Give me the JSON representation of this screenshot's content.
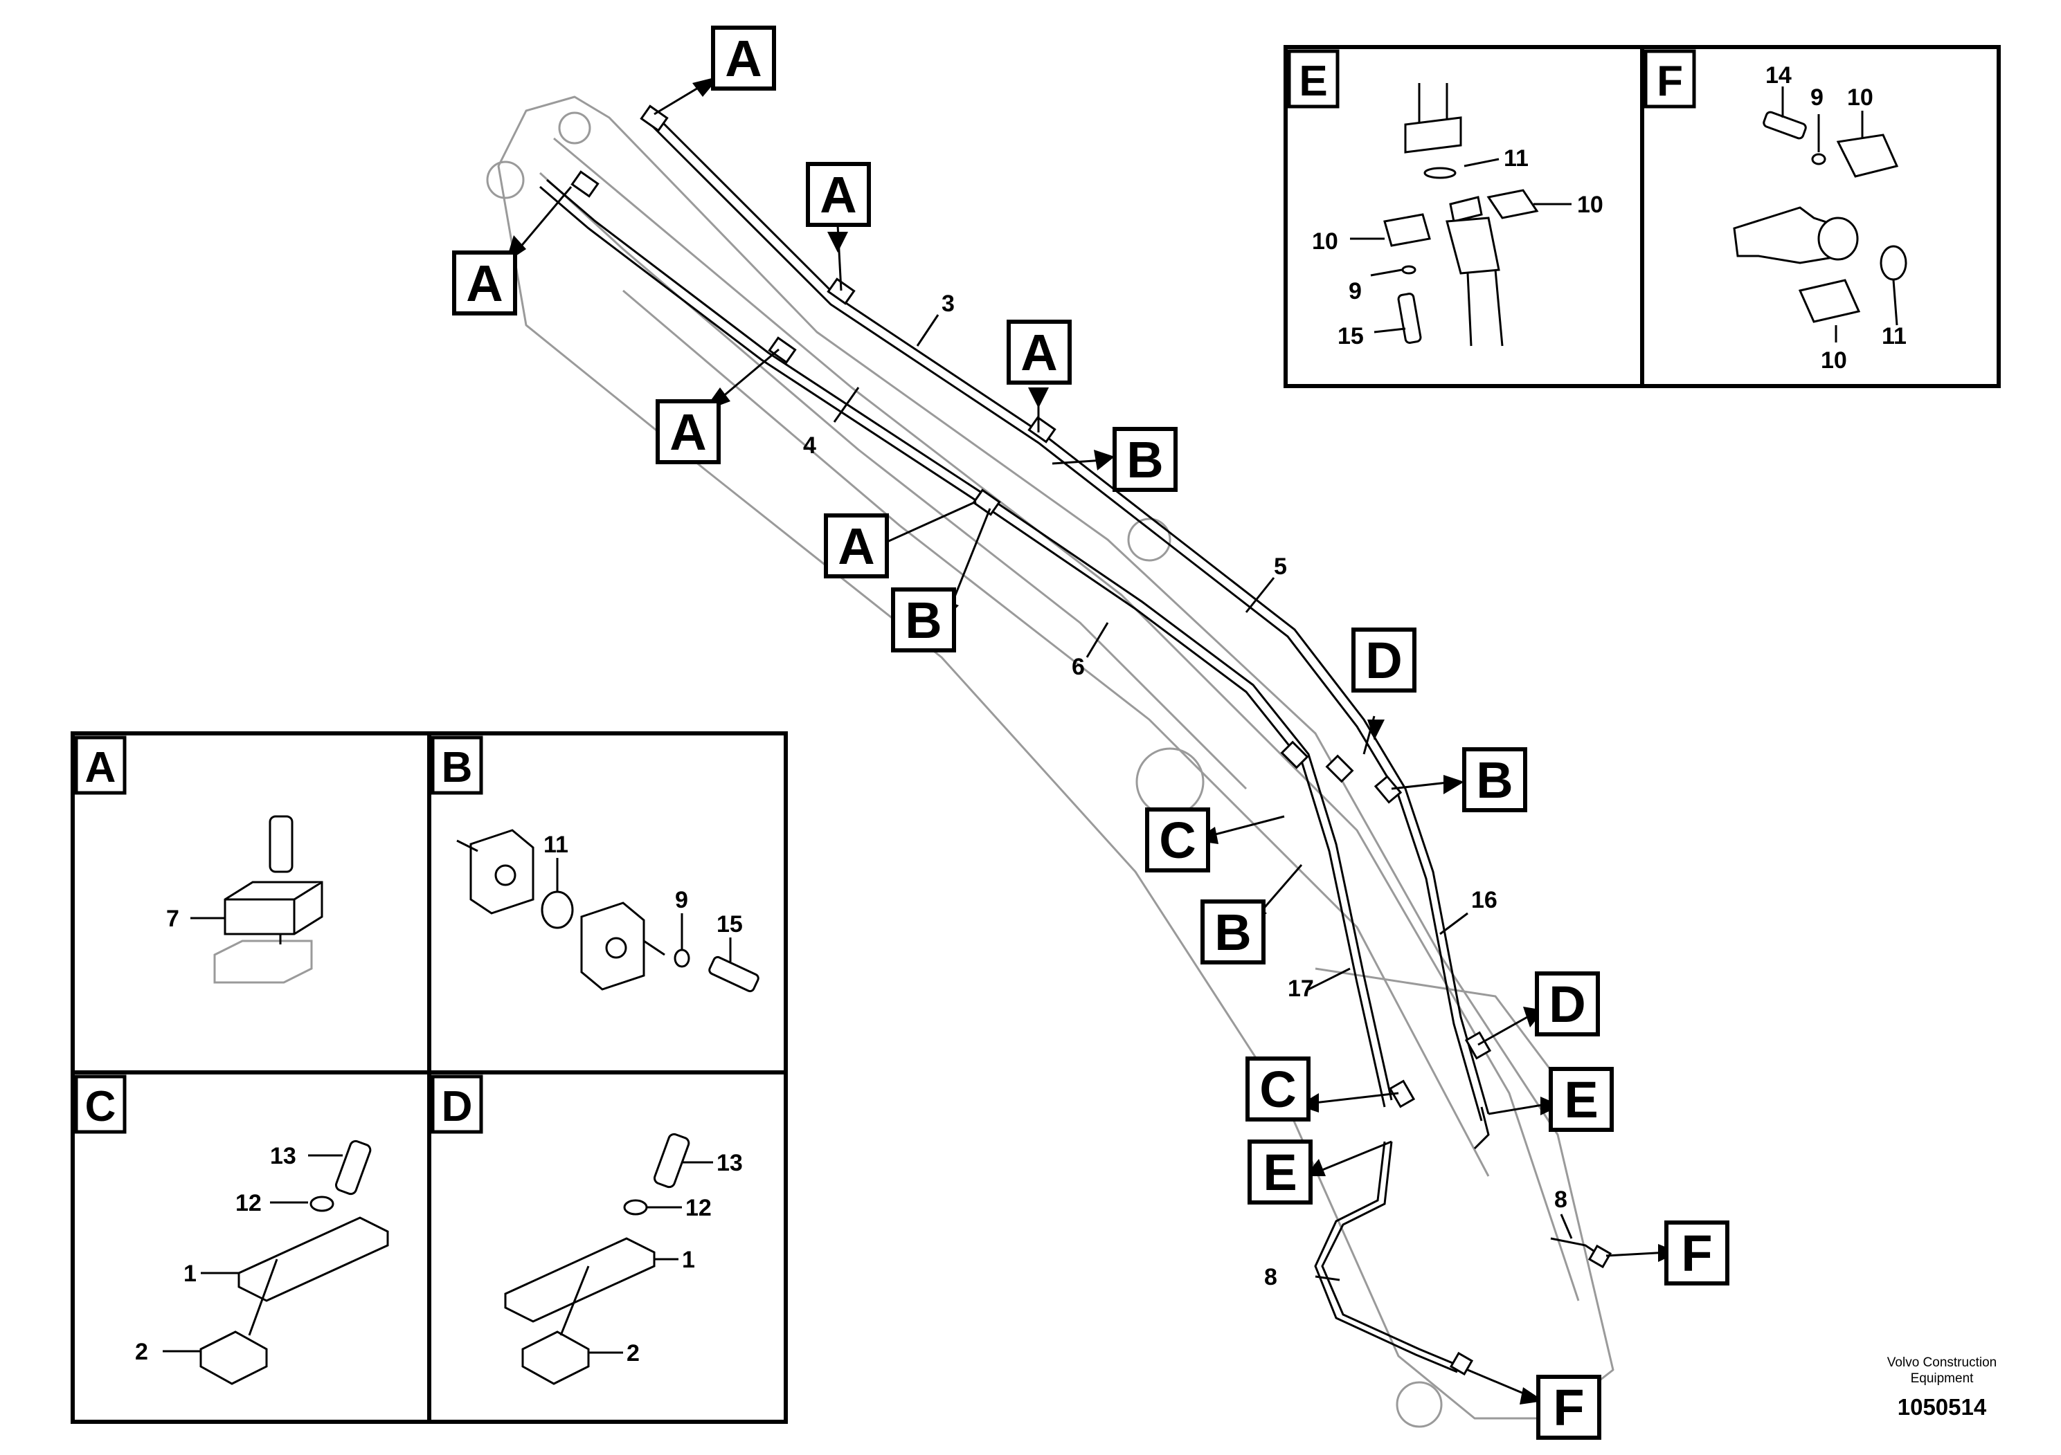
{
  "callouts": [
    {
      "letter": "A"
    },
    {
      "letter": "A"
    },
    {
      "letter": "A"
    },
    {
      "letter": "A"
    },
    {
      "letter": "A"
    },
    {
      "letter": "A"
    },
    {
      "letter": "B"
    },
    {
      "letter": "B"
    },
    {
      "letter": "B"
    },
    {
      "letter": "B"
    },
    {
      "letter": "C"
    },
    {
      "letter": "C"
    },
    {
      "letter": "D"
    },
    {
      "letter": "D"
    },
    {
      "letter": "E"
    },
    {
      "letter": "E"
    },
    {
      "letter": "F"
    },
    {
      "letter": "F"
    }
  ],
  "part_numbers": [
    "3",
    "4",
    "5",
    "6",
    "16",
    "17",
    "8",
    "8"
  ],
  "details": {
    "A": {
      "title": "A",
      "labels": [
        "7"
      ]
    },
    "B": {
      "title": "B",
      "labels": [
        "11",
        "9",
        "15"
      ]
    },
    "C": {
      "title": "C",
      "labels": [
        "13",
        "12",
        "1",
        "2"
      ]
    },
    "D": {
      "title": "D",
      "labels": [
        "13",
        "12",
        "1",
        "2"
      ]
    },
    "E": {
      "title": "E",
      "labels": [
        "11",
        "10",
        "10",
        "9",
        "15"
      ]
    },
    "F": {
      "title": "F",
      "labels": [
        "14",
        "9",
        "10",
        "10",
        "11"
      ]
    }
  },
  "footer": {
    "line1": "Volvo Construction",
    "line2": "Equipment",
    "drawing_id": "1050514"
  },
  "colors": {
    "line": "#000000",
    "structure": "#9a9a9a",
    "background": "#ffffff"
  }
}
